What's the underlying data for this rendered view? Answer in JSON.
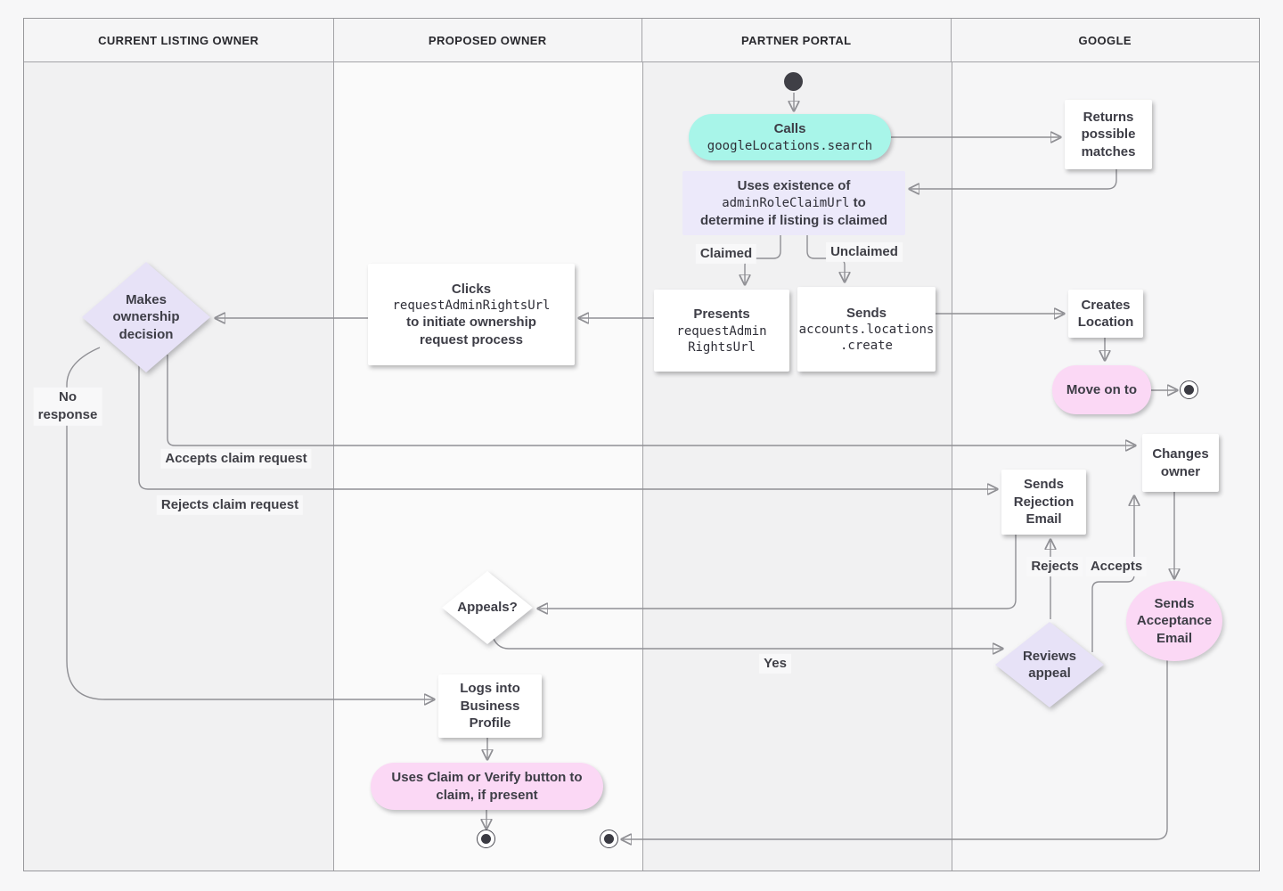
{
  "lanes": [
    "CURRENT LISTING OWNER",
    "PROPOSED OWNER",
    "PARTNER PORTAL",
    "GOOGLE"
  ],
  "nodes": {
    "calls": {
      "title": "Calls",
      "code": "googleLocations.search"
    },
    "returns": {
      "label": "Returns possible matches"
    },
    "uses": {
      "t1": "Uses existence of",
      "code": "adminRoleClaimUrl",
      "t2": " to",
      "t3": "determine if listing is claimed"
    },
    "presents": {
      "title": "Presents",
      "code": "requestAdmin\nRightsUrl"
    },
    "sends_create": {
      "title": "Sends",
      "code": "accounts.locations\n.create"
    },
    "clicks": {
      "t1": "Clicks",
      "code": "requestAdminRightsUrl",
      "t2": "to initiate ownership request process"
    },
    "decision": {
      "label": "Makes ownership decision"
    },
    "creates": {
      "label": "Creates Location"
    },
    "move_on": {
      "label": "Move on to"
    },
    "changes": {
      "label": "Changes owner"
    },
    "rejection": {
      "label": "Sends Rejection Email"
    },
    "appeals": {
      "label": "Appeals?"
    },
    "reviews": {
      "label": "Reviews appeal"
    },
    "acceptance": {
      "label": "Sends Acceptance Email"
    },
    "logs": {
      "label": "Logs into Business Profile"
    },
    "claim_button": {
      "label": "Uses Claim or Verify button to claim, if present"
    }
  },
  "edge_labels": {
    "claimed": "Claimed",
    "unclaimed": "Unclaimed",
    "no_response": "No\nresponse",
    "accepts_claim": "Accepts claim request",
    "rejects_claim": "Rejects claim request",
    "rejects": "Rejects",
    "accepts": "Accepts",
    "yes": "Yes"
  },
  "colors": {
    "teal": "#a8f5e9",
    "lavender": "#ece9fa",
    "pink": "#fbd8f5",
    "node_fill": "#ffffff",
    "line": "#8f8f94",
    "text": "#3d3d46"
  }
}
